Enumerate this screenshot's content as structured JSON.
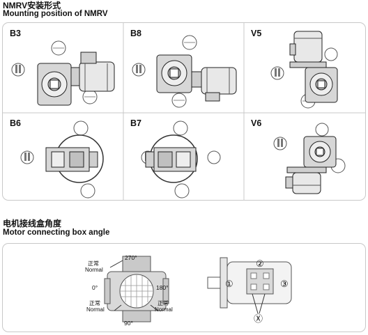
{
  "header": {
    "title_cn": "NMRV安装形式",
    "title_en": "Mounting position of NMRV"
  },
  "mounting_positions": [
    "B3",
    "B8",
    "V5",
    "B6",
    "B7",
    "V6"
  ],
  "section2": {
    "title_cn": "电机接线盒角度",
    "title_en": "Motor connecting box angle"
  },
  "angle_diagram": {
    "angles": {
      "top": "270°",
      "left": "0°",
      "right": "180°",
      "bottom": "90°"
    },
    "normal_cn": "正常",
    "normal_en": "Normal"
  },
  "motor_side": {
    "positions": [
      "①",
      "②",
      "③"
    ],
    "x_marker": "Ⓧ"
  },
  "colors": {
    "grid_line": "#c8c8c8",
    "stroke": "#222222",
    "fill_light": "#e6e6e6",
    "fill_mid": "#c9c9c9"
  },
  "icons": [
    "worm-gearbox-icon",
    "motor-icon",
    "circle-callout-icon",
    "dial-icon"
  ]
}
